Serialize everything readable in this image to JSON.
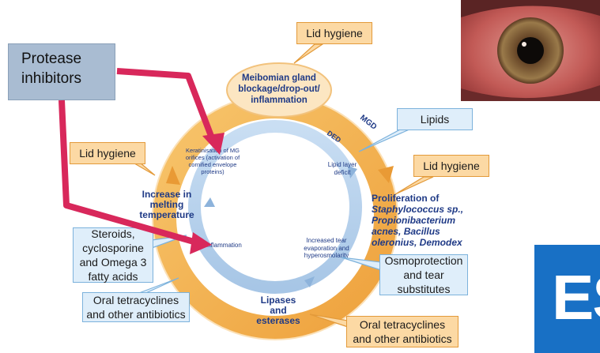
{
  "callouts": {
    "protease_inhibitors": "Protease inhibitors",
    "lid_hygiene_top": "Lid hygiene",
    "lid_hygiene_left": "Lid hygiene",
    "lid_hygiene_right": "Lid hygiene",
    "lipids": "Lipids",
    "steroids": "Steroids, cyclosporine and Omega 3 fatty acids",
    "osmoprotection": "Osmoprotection and tear substitutes",
    "oral_tetra_left": "Oral tetracyclines and other antibiotics",
    "oral_tetra_bottom": "Oral tetracyclines and other antibiotics"
  },
  "outer_ring": {
    "top": "Meibomian gland blockage/drop-out/ inflammation",
    "right_title": "Proliferation of",
    "right_body": "Staphylococcus sp., Propionibacterium acnes, Bacillus oleronius, Demodex",
    "bottom": "Lipases and esterases",
    "left": "Increase in melting temperature",
    "tag_mgd": "MGD"
  },
  "inner_ring": {
    "tag_ded": "DED",
    "keratinisation": "Keratinisation of MG orifices (activation of cornified envelope proteins)",
    "lipid_deficit": "Lipid layer deficit",
    "increased_tear": "Increased tear evaporation and hyperosmolarity",
    "inflammation": "Inflammation"
  },
  "logo": {
    "text": "ES"
  },
  "colors": {
    "orange_ring": "#f5b552",
    "blue_ring": "#bcd6ee",
    "arrow_red": "#d8285b",
    "callout_orange": "#fcd9a4",
    "callout_blue": "#dfeefa"
  }
}
